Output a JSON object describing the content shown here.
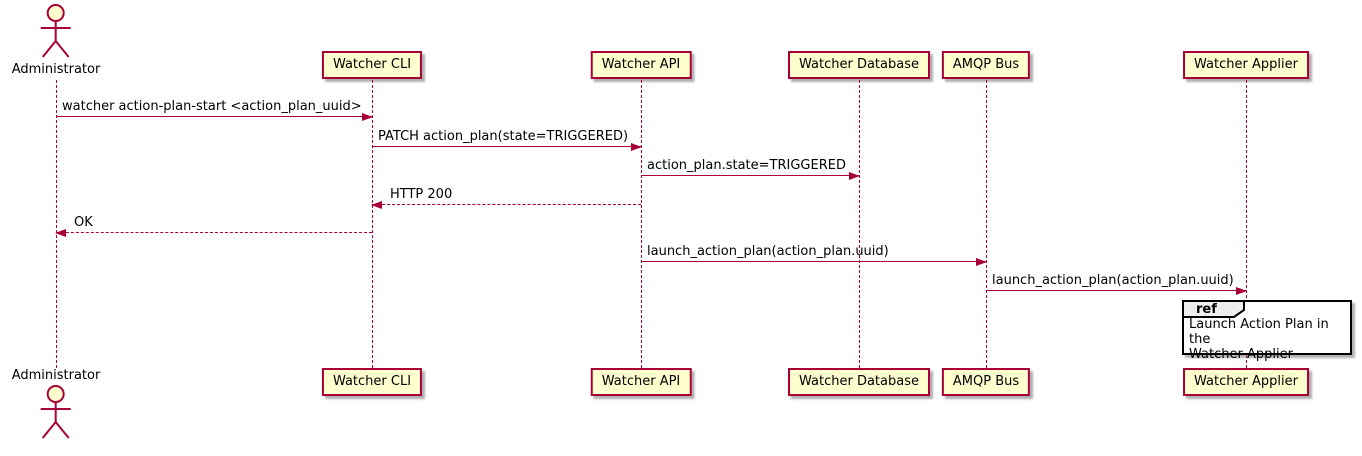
{
  "diagram": {
    "kind": "sequence-diagram",
    "colors": {
      "participant_fill": "#FEFECE",
      "participant_border": "#A80036",
      "arrow": "#A80036",
      "lifeline": "#A80036",
      "ref_border": "#000000",
      "ref_tab_fill": "#EEEEEE",
      "ref_fill": "#FFFFFF",
      "text": "#000000"
    },
    "actors": [
      {
        "name": "Administrator"
      }
    ],
    "participants": [
      {
        "label": "Watcher CLI"
      },
      {
        "label": "Watcher API"
      },
      {
        "label": "Watcher Database"
      },
      {
        "label": "AMQP Bus"
      },
      {
        "label": "Watcher Applier"
      }
    ],
    "messages": [
      {
        "from": "Administrator",
        "to": "Watcher CLI",
        "label": "watcher action-plan-start <action_plan_uuid>",
        "style": "solid"
      },
      {
        "from": "Watcher CLI",
        "to": "Watcher API",
        "label": "PATCH action_plan(state=TRIGGERED)",
        "style": "solid"
      },
      {
        "from": "Watcher API",
        "to": "Watcher Database",
        "label": "action_plan.state=TRIGGERED",
        "style": "solid"
      },
      {
        "from": "Watcher API",
        "to": "Watcher CLI",
        "label": "HTTP 200",
        "style": "dashed"
      },
      {
        "from": "Watcher CLI",
        "to": "Administrator",
        "label": "OK",
        "style": "dashed"
      },
      {
        "from": "Watcher API",
        "to": "AMQP Bus",
        "label": "launch_action_plan(action_plan.uuid)",
        "style": "solid"
      },
      {
        "from": "AMQP Bus",
        "to": "Watcher Applier",
        "label": "launch_action_plan(action_plan.uuid)",
        "style": "solid"
      }
    ],
    "ref": {
      "keyword": "ref",
      "line1": "Launch Action Plan in the",
      "line2": "Watcher Applier",
      "over": "Watcher Applier"
    }
  }
}
